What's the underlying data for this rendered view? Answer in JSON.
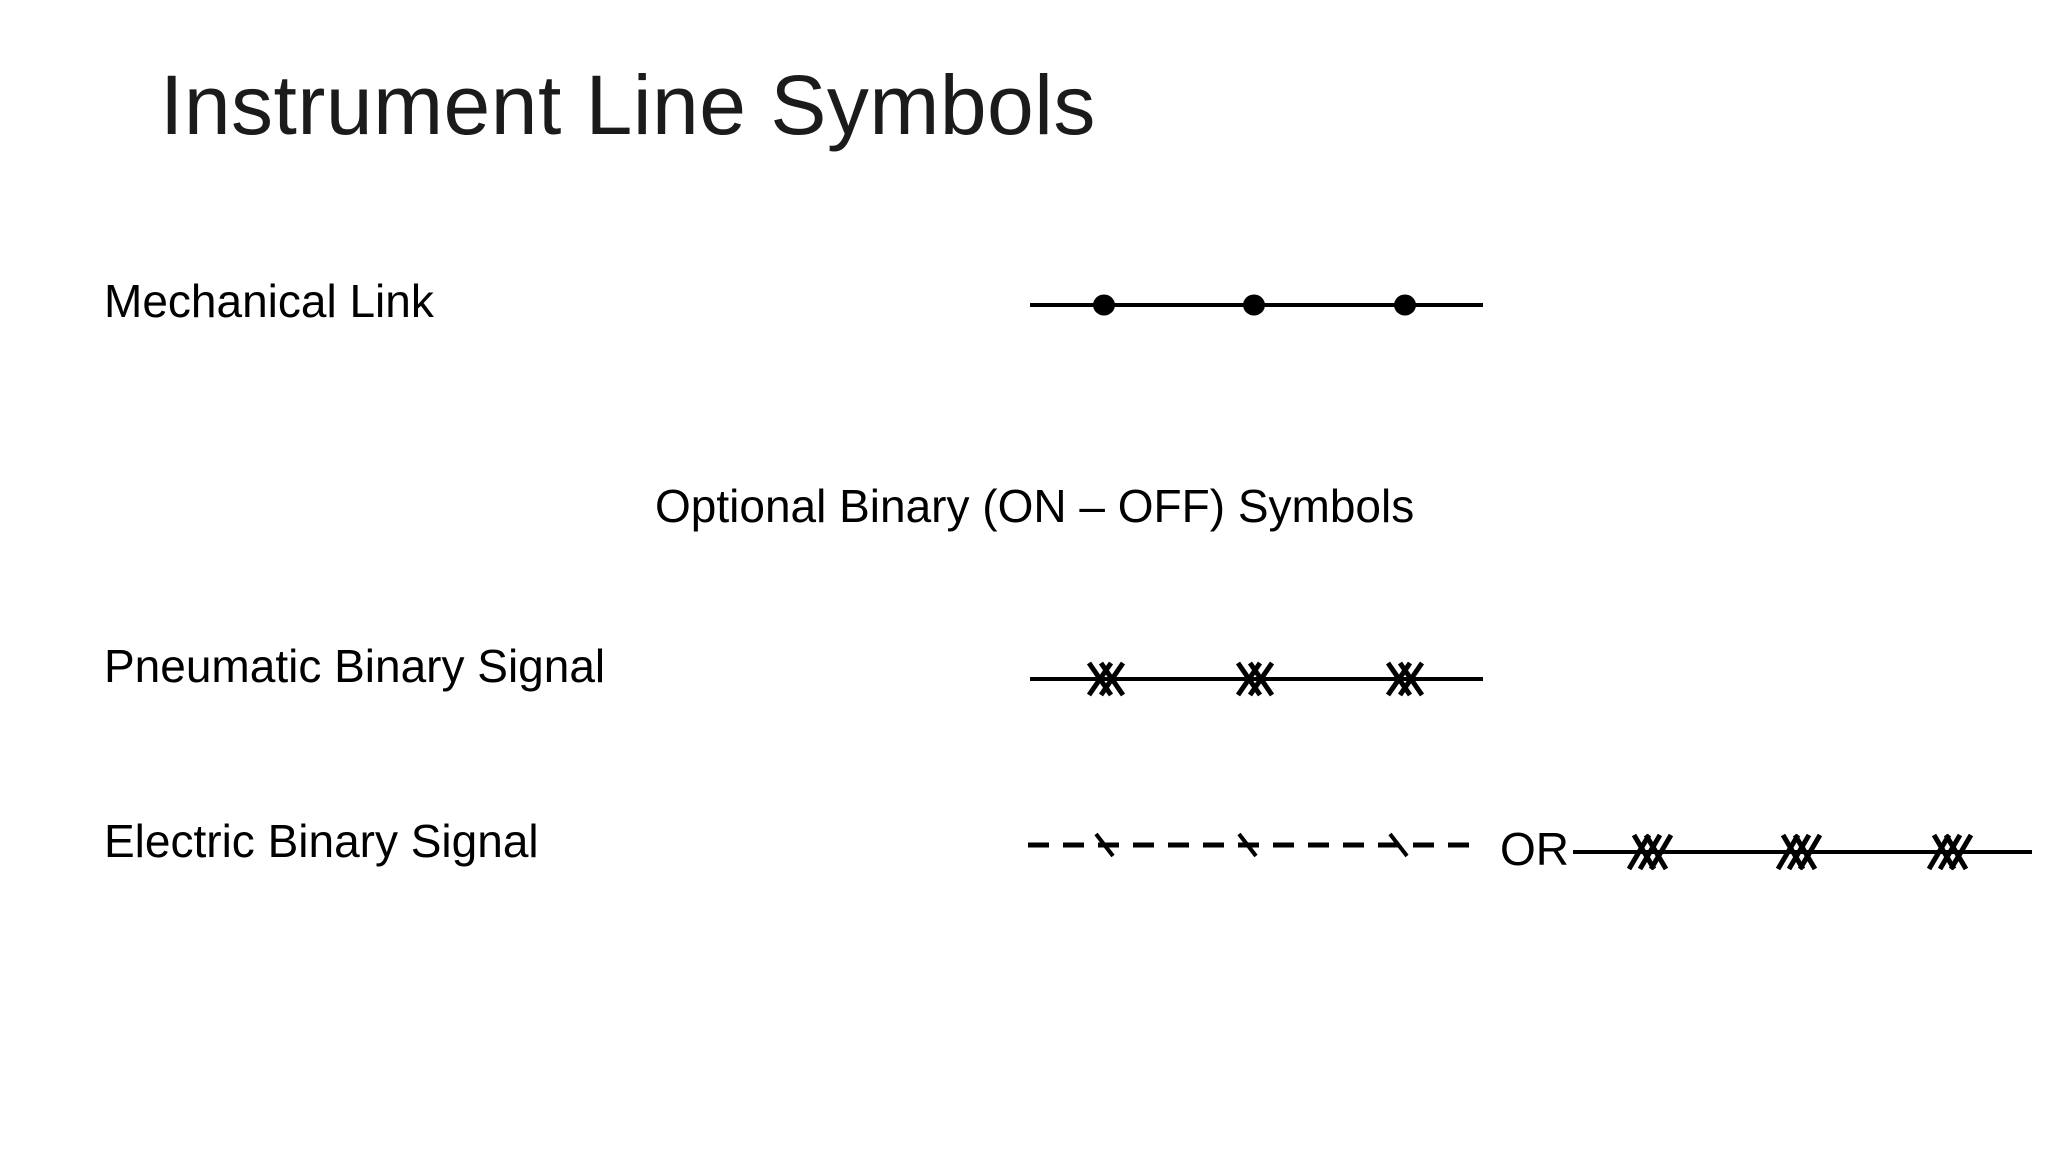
{
  "slide": {
    "title": "Instrument Line Symbols",
    "section_caption": "Optional Binary (ON – OFF) Symbols",
    "colors": {
      "background": "#ffffff",
      "ink": "#000000",
      "title_ink": "#1b1b1b"
    },
    "symbols": [
      {
        "label": "Mechanical Link",
        "line_style": "solid",
        "marker": "filled-circle",
        "marker_count": 3
      },
      {
        "label": "Pneumatic Binary Signal",
        "line_style": "solid",
        "marker": "double-cross-hatch",
        "marker_count": 3
      },
      {
        "label": "Electric Binary Signal",
        "line_style": "dashed",
        "marker": "single-hatch-tick",
        "marker_count": 3,
        "alternate": {
          "connector_label": "OR",
          "line_style": "solid",
          "marker": "triple-cross-hatch",
          "marker_count": 3
        }
      }
    ]
  }
}
